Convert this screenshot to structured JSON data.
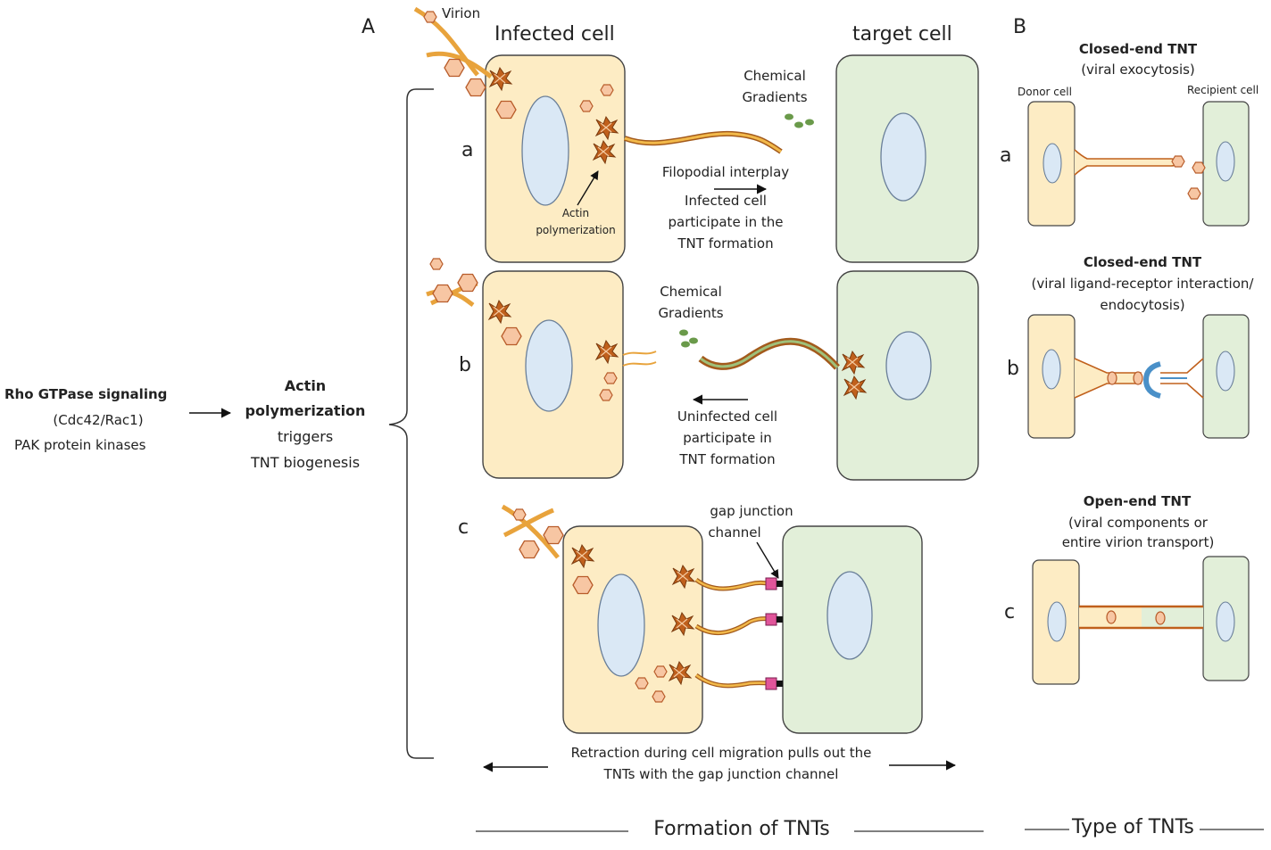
{
  "panel_labels": {
    "A": "A",
    "B": "B"
  },
  "left": {
    "pathway_title": "Rho GTPase signaling",
    "pathway_line2": "(Cdc42/Rac1)",
    "pathway_line3": "PAK protein kinases",
    "actin_title_1": "Actin",
    "actin_title_2": "polymerization",
    "actin_line3": "triggers",
    "actin_line4": "TNT biogenesis"
  },
  "formation": {
    "virion_label": "Virion",
    "infected_cell": "Infected cell",
    "target_cell": "target cell",
    "row_a": {
      "letter": "a",
      "chem_1": "Chemical",
      "chem_2": "Gradients",
      "actin_1": "Actin",
      "actin_2": "polymerization",
      "filo": "Filopodial interplay",
      "desc_1": "Infected cell",
      "desc_2": "participate in the",
      "desc_3": "TNT formation"
    },
    "row_b": {
      "letter": "b",
      "chem_1": "Chemical",
      "chem_2": "Gradients",
      "desc_1": "Uninfected cell",
      "desc_2": "participate in",
      "desc_3": "TNT formation"
    },
    "row_c": {
      "letter": "c",
      "gap_1": "gap junction",
      "gap_2": "channel",
      "retract_1": "Retraction during cell migration pulls out the",
      "retract_2": "TNTs with the gap junction channel"
    },
    "footer": "Formation of TNTs"
  },
  "types": {
    "a": {
      "letter": "a",
      "title": "Closed-end TNT",
      "sub_1": "(viral exocytosis)",
      "donor": "Donor cell",
      "recipient": "Recipient cell"
    },
    "b": {
      "letter": "b",
      "title": "Closed-end TNT",
      "sub_1": "(viral ligand-receptor interaction/",
      "sub_2": "endocytosis)"
    },
    "c": {
      "letter": "c",
      "title": "Open-end TNT",
      "sub_1": "(viral components or",
      "sub_2": "entire virion transport)"
    },
    "footer": "Type of TNTs"
  },
  "colors": {
    "infected_fill": "#fdecc4",
    "target_fill": "#e2efd9",
    "nucleus_fill": "#dae8f5",
    "virion_fill": "#f7c6a3",
    "virion_stroke": "#b85c2a",
    "actin_fill": "#c0601c",
    "filament": "#e8a33c",
    "gradient_dot": "#6a9a4a",
    "gap_junction": "#e0559a",
    "receptor": "#4a90c8"
  }
}
